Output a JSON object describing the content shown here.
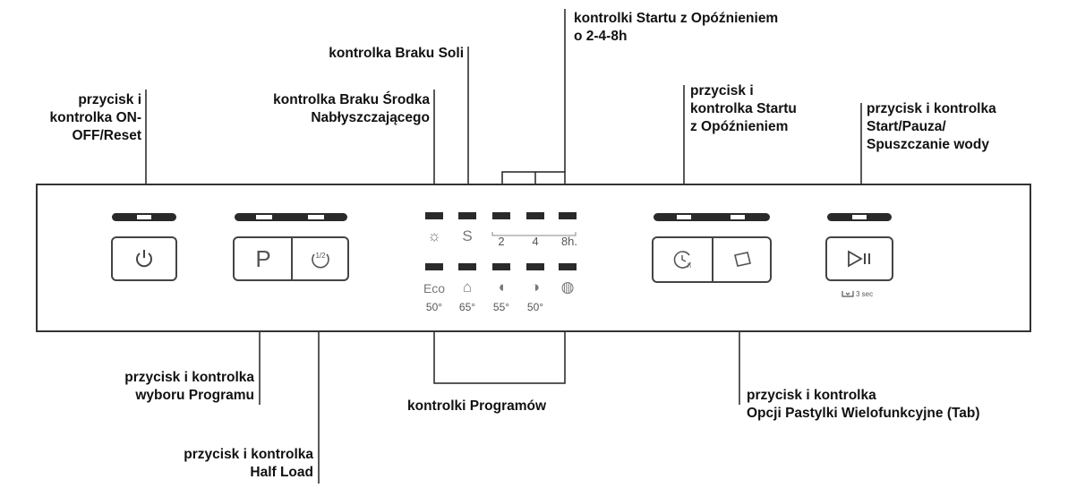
{
  "labels": {
    "onoff": [
      "przycisk i",
      "kontrolka ON-",
      "OFF/Reset"
    ],
    "salt": "kontrolka Braku Soli",
    "rinse": [
      "kontrolka Braku Środka",
      "Nabłyszczającego"
    ],
    "delay_leds": [
      "kontrolki Startu z Opóźnieniem",
      "o 2-4-8h"
    ],
    "delay_button": [
      "przycisk i",
      "kontrolka Startu",
      "z Opóźnieniem"
    ],
    "start_pause": [
      "przycisk i kontrolka",
      "Start/Pauza/",
      "Spuszczanie wody"
    ],
    "program": [
      "przycisk i kontrolka",
      "wyboru Programu"
    ],
    "half_load": [
      "przycisk i kontrolka",
      "Half Load"
    ],
    "programs": "kontrolki Programów",
    "tab": [
      "przycisk i kontrolka",
      "Opcji Pastylki Wielofunkcyjne (Tab)"
    ]
  },
  "panel": {
    "program_button": "P",
    "half_load_icon_text": "1/2",
    "delay_hours": [
      "2",
      "4",
      "8h."
    ],
    "program_temps": [
      "50°",
      "65°",
      "55°",
      "50°"
    ],
    "eco_text": "Eco",
    "drain_text": "3 sec"
  },
  "icons": [
    "power-icon",
    "half-load-icon",
    "rinse-aid-icon",
    "salt-icon",
    "eco-icon",
    "intensive-pot-icon",
    "glass-icon",
    "quick-icon",
    "prewash-icon",
    "delay-clock-icon",
    "tab-icon",
    "play-pause-icon",
    "drain-icon"
  ]
}
